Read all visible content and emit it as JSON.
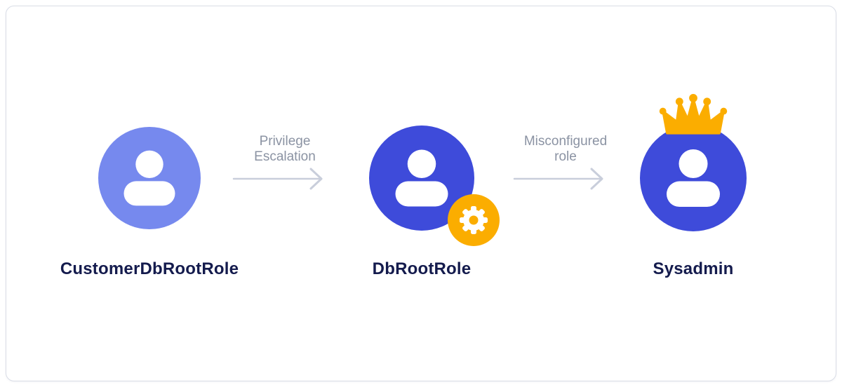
{
  "diagram": {
    "nodes": [
      {
        "id": "customer-db-root-role",
        "label": "CustomerDbRootRole",
        "icon": "user-icon",
        "badge": null
      },
      {
        "id": "db-root-role",
        "label": "DbRootRole",
        "icon": "user-icon",
        "badge": "gear-icon"
      },
      {
        "id": "sysadmin",
        "label": "Sysadmin",
        "icon": "user-icon",
        "badge": "crown-icon"
      }
    ],
    "edges": [
      {
        "label": "Privilege\nEscalation",
        "icon": "arrow-right-icon"
      },
      {
        "label": "Misconfigured\nrole",
        "icon": "arrow-right-icon"
      }
    ],
    "colors": {
      "user_light": "#7689EE",
      "user_dark": "#3E4BDA",
      "accent_amber": "#FBAD00",
      "label_text": "#141B4D",
      "edge_text": "#8B93A3",
      "edge_line": "#C9CEDB",
      "card_border": "#D9DDE6"
    }
  }
}
